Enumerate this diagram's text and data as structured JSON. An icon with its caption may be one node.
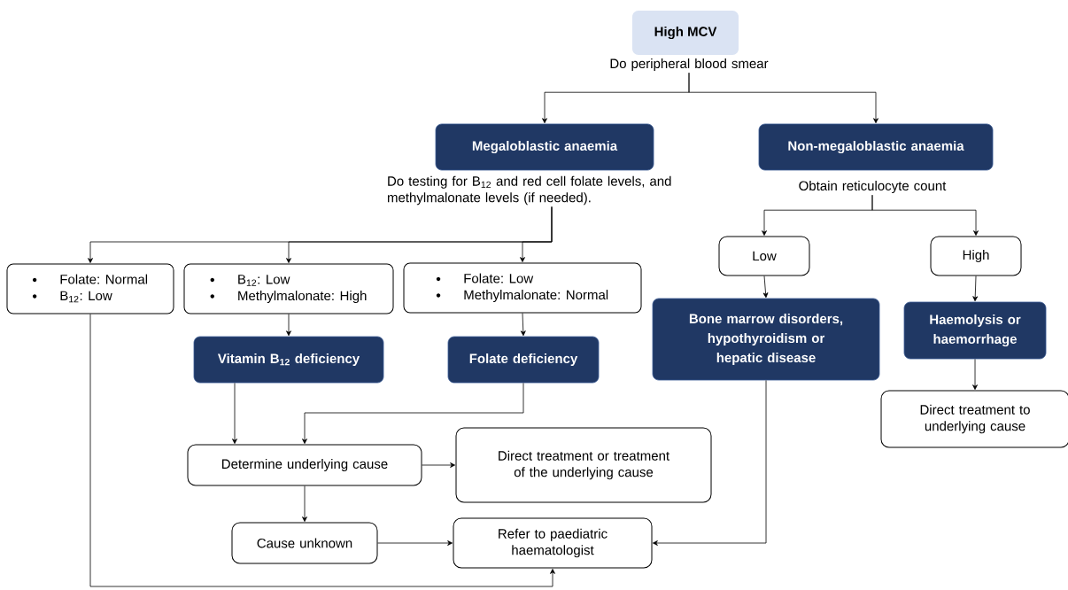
{
  "diagram": {
    "nodes": [
      {
        "text": [
          "High MCV"
        ],
        "beside": [
          "Do peripheral blood smear"
        ]
      },
      {
        "text": [
          "Megaloblastic anaemia"
        ],
        "beside": [
          "Do testing for B$_{12}$ and red cell folate levels, and methylmalonate levels (if needed)."
        ]
      },
      {
        "text": [
          "Non-megaloblastic anaemia"
        ],
        "beside": [
          "Obtain reticulocyte count"
        ]
      },
      {
        "text": [
          "Folate: Normal",
          "B$_{12}$: Low"
        ]
      },
      {
        "text": [
          "B$_{12}$: Low",
          "Methylmalonate: High"
        ]
      },
      {
        "text": [
          "Folate: Low",
          "Methylmalonate: Normal"
        ]
      },
      {
        "text": [
          "Low"
        ]
      },
      {
        "text": [
          "High"
        ]
      },
      {
        "text": [
          "Vitamin B$_{12}$ deficiency"
        ]
      },
      {
        "text": [
          "Folate deficiency"
        ]
      },
      {
        "text": [
          "Bone marrow disorders, hypothyroidism or hepatic disease"
        ]
      },
      {
        "text": [
          "Haemolysis or haemorrhage"
        ]
      },
      {
        "text": [
          "Direct treatment to underlying cause"
        ]
      },
      {
        "text": [
          "Determine underlying cause"
        ]
      },
      {
        "text": [
          "Direct treatment or treatment of the underlying cause"
        ]
      },
      {
        "text": [
          "Cause unknown"
        ]
      },
      {
        "text": [
          "Refer to paediatric haematologist"
        ]
      }
    ],
    "edges": [
      {
        "from": 0,
        "to": 1,
        "arrow": "to"
      },
      {
        "from": 0,
        "to": 2,
        "arrow": "to"
      },
      {
        "from": 1,
        "to": 3,
        "arrow": "to"
      },
      {
        "from": 1,
        "to": 4,
        "arrow": "to"
      },
      {
        "from": 1,
        "to": 5,
        "arrow": "to"
      },
      {
        "from": 2,
        "to": 6,
        "arrow": "to"
      },
      {
        "from": 2,
        "to": 7,
        "arrow": "to"
      },
      {
        "from": 4,
        "to": 8,
        "arrow": "to"
      },
      {
        "from": 5,
        "to": 9,
        "arrow": "to"
      },
      {
        "from": 6,
        "to": 10,
        "arrow": "to"
      },
      {
        "from": 7,
        "to": 11,
        "arrow": "to"
      },
      {
        "from": 11,
        "to": 12,
        "arrow": "to"
      },
      {
        "from": 8,
        "to": 13,
        "arrow": "to"
      },
      {
        "from": 9,
        "to": 13,
        "arrow": "to"
      },
      {
        "from": 13,
        "to": 14,
        "arrow": "to"
      },
      {
        "from": 13,
        "to": 15,
        "arrow": "to"
      },
      {
        "from": 15,
        "to": 16,
        "arrow": "to"
      },
      {
        "from": 10,
        "to": 16,
        "arrow": "to"
      },
      {
        "from": 3,
        "to": 16,
        "arrow": "to"
      }
    ]
  }
}
